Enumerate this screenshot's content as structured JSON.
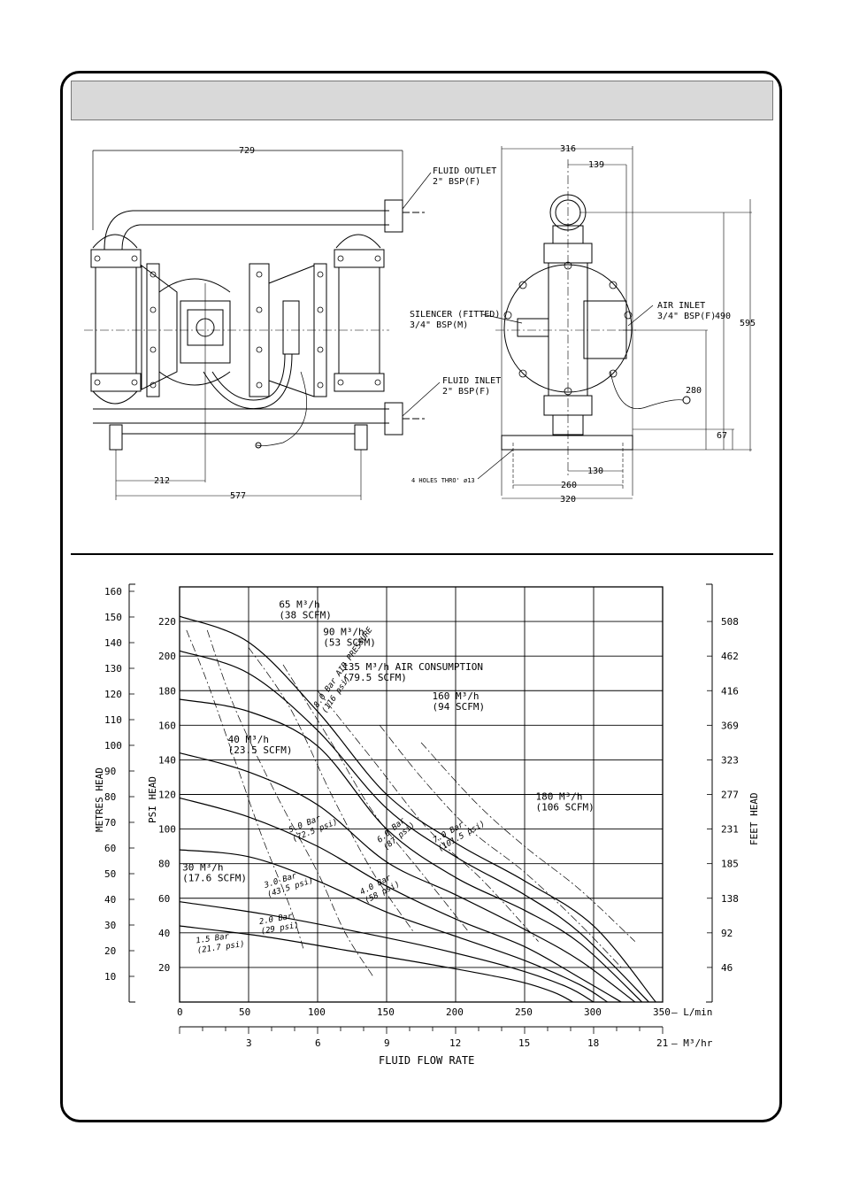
{
  "header": {
    "title": ""
  },
  "drawing": {
    "front": {
      "dim_width": "729",
      "dim_212": "212",
      "dim_577": "577",
      "fluid_outlet": [
        "FLUID OUTLET",
        "2\" BSP(F)"
      ],
      "fluid_inlet": [
        "FLUID INLET",
        "2\" BSP(F)"
      ],
      "silencer": [
        "SILENCER (FITTED)",
        "3/4\" BSP(M)"
      ]
    },
    "side": {
      "dim_316": "316",
      "dim_139": "139",
      "dim_595": "595",
      "dim_490": "490",
      "dim_280": "280",
      "dim_67": "67",
      "dim_130": "130",
      "dim_260": "260",
      "dim_320": "320",
      "air_inlet": [
        "AIR INLET",
        "3/4\" BSP(F)"
      ],
      "holes": "4 HOLES THRO' ø13"
    }
  },
  "chart_data": {
    "type": "line",
    "x_primary": {
      "label": "L/min",
      "ticks": [
        0,
        50,
        100,
        150,
        200,
        250,
        300,
        350
      ],
      "range": [
        0,
        350
      ]
    },
    "x_secondary": {
      "label": "M³/hr",
      "ticks": [
        3,
        6,
        9,
        12,
        15,
        18,
        21
      ],
      "range": [
        0,
        21
      ]
    },
    "xlabel": "FLUID FLOW RATE",
    "y_psi": {
      "label": "PSI HEAD",
      "ticks": [
        20,
        40,
        60,
        80,
        100,
        120,
        140,
        160,
        180,
        200,
        220
      ],
      "range": [
        0,
        240
      ]
    },
    "y_metres": {
      "label": "METRES HEAD",
      "ticks": [
        10,
        20,
        30,
        40,
        50,
        60,
        70,
        80,
        90,
        100,
        110,
        120,
        130,
        140,
        150,
        160
      ]
    },
    "y_feet": {
      "label": "FEET HEAD",
      "ticks": [
        46,
        92,
        138,
        185,
        231,
        277,
        323,
        369,
        416,
        462,
        508
      ]
    },
    "pressure_series": [
      {
        "name": "1.5 Bar (21.7 psi)",
        "label1": "1.5 Bar",
        "label2": "(21.7 psi)",
        "points": [
          [
            0,
            44
          ],
          [
            60,
            38
          ],
          [
            120,
            30
          ],
          [
            180,
            22
          ],
          [
            240,
            13
          ],
          [
            270,
            6
          ],
          [
            285,
            0
          ]
        ]
      },
      {
        "name": "2.0 Bar (29 psi)",
        "label1": "2.0 Bar",
        "label2": "(29 psi)",
        "points": [
          [
            0,
            58
          ],
          [
            60,
            51
          ],
          [
            120,
            42
          ],
          [
            180,
            32
          ],
          [
            240,
            20
          ],
          [
            280,
            9
          ],
          [
            300,
            0
          ]
        ]
      },
      {
        "name": "3.0 Bar (43.5 psi)",
        "label1": "3.0 Bar",
        "label2": "(43.5 psi)",
        "points": [
          [
            0,
            88
          ],
          [
            50,
            84
          ],
          [
            100,
            70
          ],
          [
            150,
            52
          ],
          [
            200,
            38
          ],
          [
            250,
            24
          ],
          [
            290,
            10
          ],
          [
            310,
            0
          ]
        ]
      },
      {
        "name": "4.0 Bar (58 psi)",
        "label1": "4.0 Bar",
        "label2": "(58 psi)",
        "points": [
          [
            0,
            118
          ],
          [
            50,
            107
          ],
          [
            100,
            90
          ],
          [
            150,
            67
          ],
          [
            200,
            48
          ],
          [
            250,
            32
          ],
          [
            290,
            14
          ],
          [
            320,
            0
          ]
        ]
      },
      {
        "name": "5.0 Bar (72.5 psi)",
        "label1": "5.0 Bar",
        "label2": "(72.5 psi)",
        "points": [
          [
            0,
            144
          ],
          [
            50,
            133
          ],
          [
            100,
            114
          ],
          [
            150,
            81
          ],
          [
            200,
            62
          ],
          [
            250,
            42
          ],
          [
            290,
            24
          ],
          [
            330,
            0
          ]
        ]
      },
      {
        "name": "6.0 Bar (87 psi)",
        "label1": "6.0 Bar",
        "label2": "(87 psi)",
        "points": [
          [
            0,
            175
          ],
          [
            50,
            168
          ],
          [
            100,
            148
          ],
          [
            150,
            100
          ],
          [
            200,
            72
          ],
          [
            250,
            53
          ],
          [
            290,
            34
          ],
          [
            335,
            0
          ]
        ]
      },
      {
        "name": "7.0 Bar (101.5 psi)",
        "label1": "7.0 Bar",
        "label2": "(101.5 psi)",
        "points": [
          [
            0,
            203
          ],
          [
            50,
            190
          ],
          [
            100,
            157
          ],
          [
            150,
            112
          ],
          [
            200,
            84
          ],
          [
            250,
            62
          ],
          [
            290,
            40
          ],
          [
            340,
            0
          ]
        ]
      },
      {
        "name": "8.0 Bar AIR PRESSURE (116 psi)",
        "label1": "8.0 Bar AIR PRESSURE",
        "label2": "(116 psi)",
        "points": [
          [
            0,
            223
          ],
          [
            50,
            208
          ],
          [
            100,
            168
          ],
          [
            150,
            120
          ],
          [
            200,
            92
          ],
          [
            250,
            70
          ],
          [
            300,
            44
          ],
          [
            345,
            0
          ]
        ]
      }
    ],
    "air_consumption_series": [
      {
        "name": "30 M³/h (17.6 SCFM)",
        "label1": "30 M³/h",
        "label2": "(17.6 SCFM)",
        "points": [
          [
            5,
            215
          ],
          [
            20,
            185
          ],
          [
            40,
            140
          ],
          [
            60,
            95
          ],
          [
            80,
            55
          ],
          [
            90,
            30
          ]
        ]
      },
      {
        "name": "40 M³/h (23.5 SCFM)",
        "label1": "40 M³/h",
        "label2": "(23.5 SCFM)",
        "points": [
          [
            20,
            215
          ],
          [
            40,
            170
          ],
          [
            70,
            120
          ],
          [
            100,
            75
          ],
          [
            120,
            40
          ],
          [
            140,
            15
          ]
        ]
      },
      {
        "name": "65 M³/h (38 SCFM)",
        "label1": "65 M³/h",
        "label2": "(38 SCFM)",
        "points": [
          [
            50,
            205
          ],
          [
            80,
            170
          ],
          [
            110,
            120
          ],
          [
            140,
            75
          ],
          [
            170,
            40
          ]
        ]
      },
      {
        "name": "90 M³/h (53 SCFM)",
        "label1": "90 M³/h",
        "label2": "(53 SCFM)",
        "points": [
          [
            75,
            195
          ],
          [
            110,
            150
          ],
          [
            140,
            110
          ],
          [
            175,
            75
          ],
          [
            210,
            40
          ]
        ]
      },
      {
        "name": "135 M³/h AIR CONSUMPTION (79.5 SCFM)",
        "label1": "135 M³/h AIR CONSUMPTION",
        "label2": "(79.5 SCFM)",
        "points": [
          [
            100,
            180
          ],
          [
            140,
            140
          ],
          [
            180,
            100
          ],
          [
            220,
            70
          ],
          [
            260,
            35
          ]
        ]
      },
      {
        "name": "160 M³/h (94 SCFM)",
        "label1": "160 M³/h",
        "label2": "(94 SCFM)",
        "points": [
          [
            145,
            160
          ],
          [
            175,
            130
          ],
          [
            210,
            100
          ],
          [
            250,
            75
          ],
          [
            290,
            45
          ],
          [
            320,
            20
          ]
        ]
      },
      {
        "name": "180 M³/h (106 SCFM)",
        "label1": "180 M³/h",
        "label2": "(106 SCFM)",
        "points": [
          [
            175,
            150
          ],
          [
            215,
            115
          ],
          [
            250,
            90
          ],
          [
            290,
            65
          ],
          [
            330,
            35
          ]
        ]
      }
    ]
  }
}
